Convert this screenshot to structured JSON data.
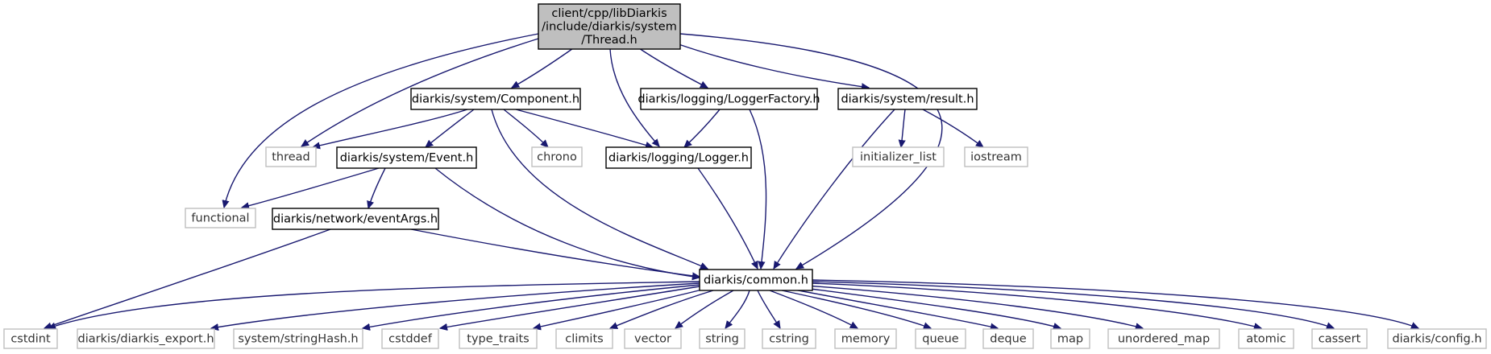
{
  "diagram": {
    "nodes": [
      {
        "id": "root",
        "lines": [
          "client/cpp/libDiarkis",
          "/include/diarkis/system",
          "/Thread.h"
        ],
        "kind": "root"
      },
      {
        "id": "component",
        "lines": [
          "diarkis/system/Component.h"
        ],
        "kind": "header"
      },
      {
        "id": "loggerfactory",
        "lines": [
          "diarkis/logging/LoggerFactory.h"
        ],
        "kind": "header"
      },
      {
        "id": "result",
        "lines": [
          "diarkis/system/result.h"
        ],
        "kind": "header"
      },
      {
        "id": "thread",
        "lines": [
          "thread"
        ],
        "kind": "external"
      },
      {
        "id": "event",
        "lines": [
          "diarkis/system/Event.h"
        ],
        "kind": "header"
      },
      {
        "id": "chrono",
        "lines": [
          "chrono"
        ],
        "kind": "external"
      },
      {
        "id": "logger",
        "lines": [
          "diarkis/logging/Logger.h"
        ],
        "kind": "header"
      },
      {
        "id": "initlist",
        "lines": [
          "initializer_list"
        ],
        "kind": "external"
      },
      {
        "id": "iostream",
        "lines": [
          "iostream"
        ],
        "kind": "external"
      },
      {
        "id": "functional",
        "lines": [
          "functional"
        ],
        "kind": "external"
      },
      {
        "id": "eventargs",
        "lines": [
          "diarkis/network/eventArgs.h"
        ],
        "kind": "header"
      },
      {
        "id": "common",
        "lines": [
          "diarkis/common.h"
        ],
        "kind": "header"
      },
      {
        "id": "cstdint",
        "lines": [
          "cstdint"
        ],
        "kind": "external"
      },
      {
        "id": "export",
        "lines": [
          "diarkis/diarkis_export.h"
        ],
        "kind": "external"
      },
      {
        "id": "stringhash",
        "lines": [
          "system/stringHash.h"
        ],
        "kind": "external"
      },
      {
        "id": "cstddef",
        "lines": [
          "cstddef"
        ],
        "kind": "external"
      },
      {
        "id": "typetraits",
        "lines": [
          "type_traits"
        ],
        "kind": "external"
      },
      {
        "id": "climits",
        "lines": [
          "climits"
        ],
        "kind": "external"
      },
      {
        "id": "vector",
        "lines": [
          "vector"
        ],
        "kind": "external"
      },
      {
        "id": "string",
        "lines": [
          "string"
        ],
        "kind": "external"
      },
      {
        "id": "cstring",
        "lines": [
          "cstring"
        ],
        "kind": "external"
      },
      {
        "id": "memory",
        "lines": [
          "memory"
        ],
        "kind": "external"
      },
      {
        "id": "queue",
        "lines": [
          "queue"
        ],
        "kind": "external"
      },
      {
        "id": "deque",
        "lines": [
          "deque"
        ],
        "kind": "external"
      },
      {
        "id": "map",
        "lines": [
          "map"
        ],
        "kind": "external"
      },
      {
        "id": "unorderedmap",
        "lines": [
          "unordered_map"
        ],
        "kind": "external"
      },
      {
        "id": "atomic",
        "lines": [
          "atomic"
        ],
        "kind": "external"
      },
      {
        "id": "cassert",
        "lines": [
          "cassert"
        ],
        "kind": "external"
      },
      {
        "id": "config",
        "lines": [
          "diarkis/config.h"
        ],
        "kind": "external"
      }
    ],
    "edges": [
      [
        "root",
        "component"
      ],
      [
        "root",
        "loggerfactory"
      ],
      [
        "root",
        "result"
      ],
      [
        "root",
        "thread"
      ],
      [
        "root",
        "functional"
      ],
      [
        "root",
        "logger"
      ],
      [
        "root",
        "common"
      ],
      [
        "component",
        "thread"
      ],
      [
        "component",
        "event"
      ],
      [
        "component",
        "chrono"
      ],
      [
        "component",
        "logger"
      ],
      [
        "component",
        "common"
      ],
      [
        "loggerfactory",
        "logger"
      ],
      [
        "loggerfactory",
        "common"
      ],
      [
        "result",
        "initlist"
      ],
      [
        "result",
        "iostream"
      ],
      [
        "result",
        "common"
      ],
      [
        "event",
        "functional"
      ],
      [
        "event",
        "eventargs"
      ],
      [
        "event",
        "common"
      ],
      [
        "logger",
        "common"
      ],
      [
        "eventargs",
        "cstdint"
      ],
      [
        "eventargs",
        "common"
      ],
      [
        "common",
        "cstdint"
      ],
      [
        "common",
        "export"
      ],
      [
        "common",
        "stringhash"
      ],
      [
        "common",
        "cstddef"
      ],
      [
        "common",
        "typetraits"
      ],
      [
        "common",
        "climits"
      ],
      [
        "common",
        "vector"
      ],
      [
        "common",
        "string"
      ],
      [
        "common",
        "cstring"
      ],
      [
        "common",
        "memory"
      ],
      [
        "common",
        "queue"
      ],
      [
        "common",
        "deque"
      ],
      [
        "common",
        "map"
      ],
      [
        "common",
        "unorderedmap"
      ],
      [
        "common",
        "atomic"
      ],
      [
        "common",
        "cassert"
      ],
      [
        "common",
        "config"
      ]
    ],
    "colors": {
      "edge": "#191970",
      "root_fill": "#bfbfbf",
      "root_stroke": "#000000",
      "header_stroke": "#000000",
      "external_stroke": "#bfbfbf",
      "text": "#000000",
      "external_text": "#333333"
    }
  }
}
